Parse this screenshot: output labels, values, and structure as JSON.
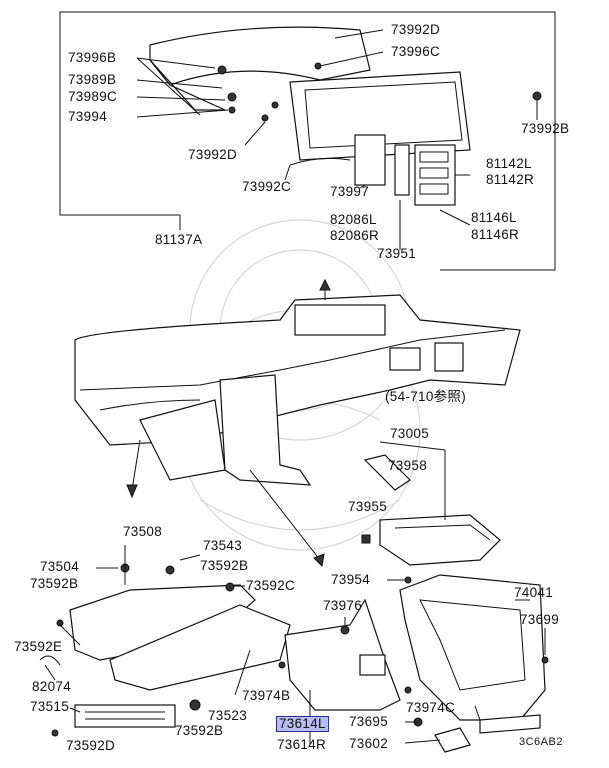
{
  "labels": {
    "p73992D_top": "73992D",
    "p73996B": "73996B",
    "p73996C": "73996C",
    "p73989B": "73989B",
    "p73989C": "73989C",
    "p73994": "73994",
    "p73992B_top": "73992B",
    "p73992D_mid": "73992D",
    "p73992C_top": "73992C",
    "p73997": "73997",
    "p81142L": "81142L",
    "p81142R": "81142R",
    "p82086L": "82086L",
    "p82086R": "82086R",
    "p81146L": "81146L",
    "p81146R": "81146R",
    "p73951": "73951",
    "p81137A": "81137A",
    "ref_note": "(54-710参照)",
    "p73005": "73005",
    "p73958": "73958",
    "p73955": "73955",
    "p73508": "73508",
    "p73504": "73504",
    "p73543": "73543",
    "p73592B_a": "73592B",
    "p73592B_b": "73592B",
    "p73592C": "73592C",
    "p73954": "73954",
    "p74041": "74041",
    "p73976": "73976",
    "p73699": "73699",
    "p73592E": "73592E",
    "p82074": "82074",
    "p73974B": "73974B",
    "p73974C": "73974C",
    "p73515": "73515",
    "p73523": "73523",
    "p73614L": "73614L",
    "p73614R": "73614R",
    "p73695": "73695",
    "p73602": "73602",
    "p73592D": "73592D",
    "p73592B_c": "73592B",
    "code": "3C6AB2"
  },
  "highlight_color": "#b9bdf2"
}
